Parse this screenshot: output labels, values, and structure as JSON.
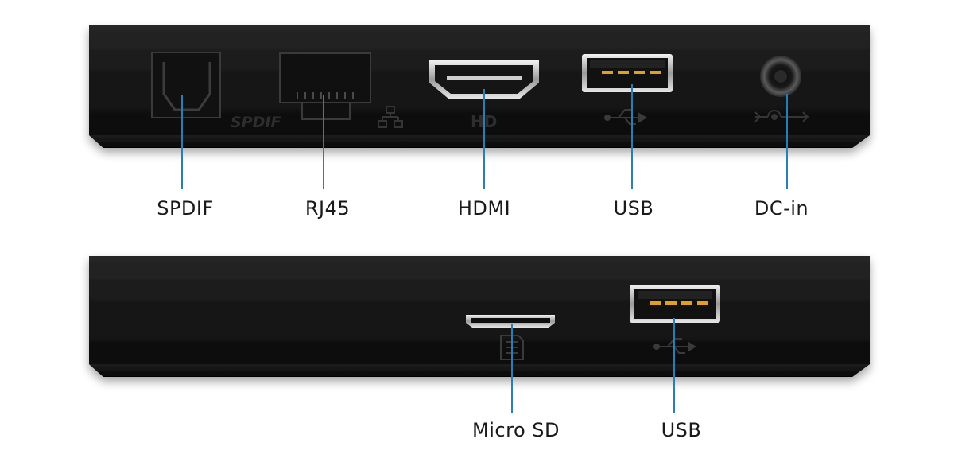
{
  "panels": {
    "top": {
      "ports": [
        {
          "label": "SPDIF",
          "panel_marking": "SPDIF"
        },
        {
          "label": "RJ45"
        },
        {
          "label": "HDMI",
          "panel_marking": "HD"
        },
        {
          "label": "USB"
        },
        {
          "label": "DC-in"
        }
      ]
    },
    "bottom": {
      "ports": [
        {
          "label": "Micro SD"
        },
        {
          "label": "USB"
        }
      ]
    }
  },
  "colors": {
    "device_body": "#141414",
    "callout_line": "#2a7fb0",
    "port_highlight": "#d8d8d8",
    "usb_contact": "#e0a020",
    "label_text": "#1a1a1a"
  }
}
